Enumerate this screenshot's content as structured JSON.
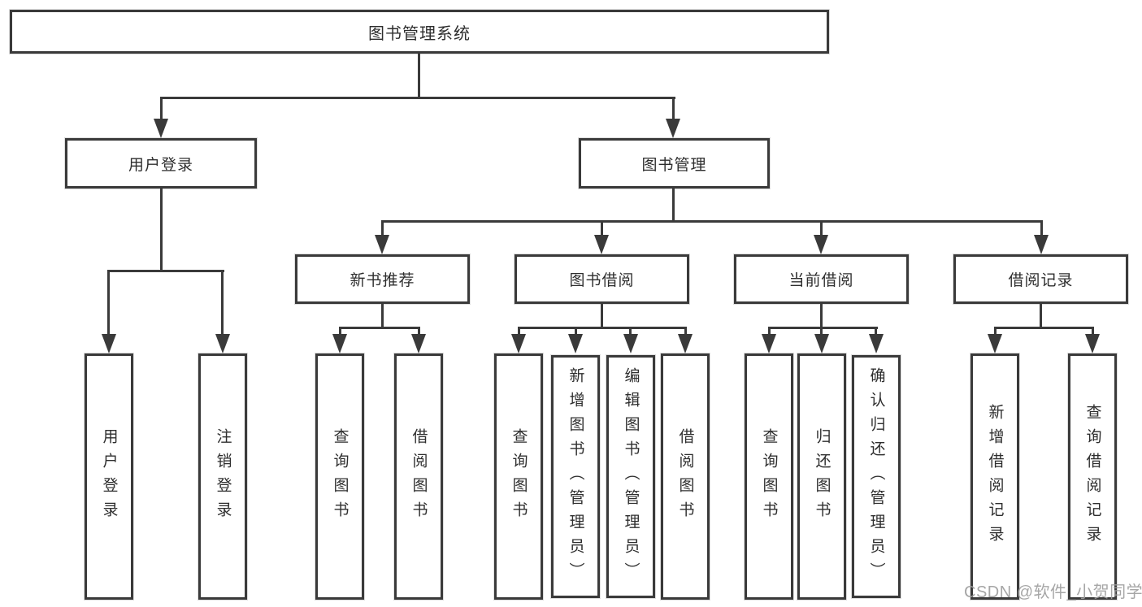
{
  "diagram_title": "图书管理系统",
  "nodes": {
    "root": "图书管理系统",
    "user_login": "用户登录",
    "book_management": "图书管理",
    "new_book_recommend": "新书推荐",
    "book_borrow": "图书借阅",
    "current_borrow": "当前借阅",
    "borrow_records": "借阅记录",
    "leaf_user_login": "用户登录",
    "leaf_logout": "注销登录",
    "nb_query_book": "查询图书",
    "nb_borrow_book": "借阅图书",
    "bb_query_book": "查询图书",
    "bb_add_book": "新增图书（管理员）",
    "bb_edit_book": "编辑图书（管理员）",
    "bb_borrow_book": "借阅图书",
    "cb_query_book": "查询图书",
    "cb_return_book": "归还图书",
    "cb_confirm_return": "确认归还（管理员）",
    "br_add_record": "新增借阅记录",
    "br_query_record": "查询借阅记录"
  },
  "watermark": "CSDN @软件_小贺同学",
  "colors": {
    "line": "#3a3a3a",
    "text": "#2e2e2e",
    "background": "#ffffff",
    "watermark": "#9e9e9e"
  }
}
